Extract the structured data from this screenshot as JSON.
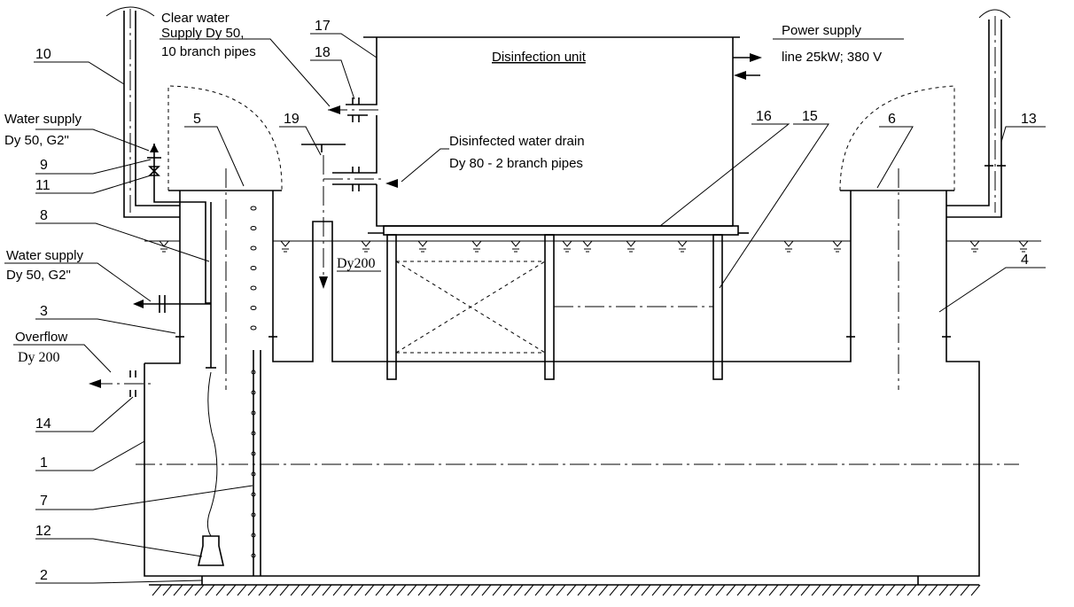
{
  "callouts": {
    "n1": "1",
    "n2": "2",
    "n3": "3",
    "n4": "4",
    "n5": "5",
    "n6": "6",
    "n7": "7",
    "n8": "8",
    "n9": "9",
    "n10": "10",
    "n11": "11",
    "n12": "12",
    "n13": "13",
    "n14": "14",
    "n15": "15",
    "n16": "16",
    "n17": "17",
    "n18": "18",
    "n19": "19"
  },
  "labels": {
    "clear_water_1": "Clear water",
    "clear_water_2": "Supply Dy 50,",
    "clear_water_3": "10 branch pipes",
    "disinfection_unit": "Disinfection unit",
    "power_supply_1": "Power supply",
    "power_supply_2": "line 25kW; 380 V",
    "drain_1": "Disinfected water drain",
    "drain_2": "Dy 80 - 2 branch pipes",
    "water_supply_top_1": "Water supply",
    "water_supply_top_2": "Dy 50, G2\"",
    "water_supply_mid_1": "Water supply",
    "water_supply_mid_2": "Dy 50, G2\"",
    "overflow_1": "Overflow",
    "overflow_2": "Dy 200",
    "dy200": "Dy200"
  }
}
